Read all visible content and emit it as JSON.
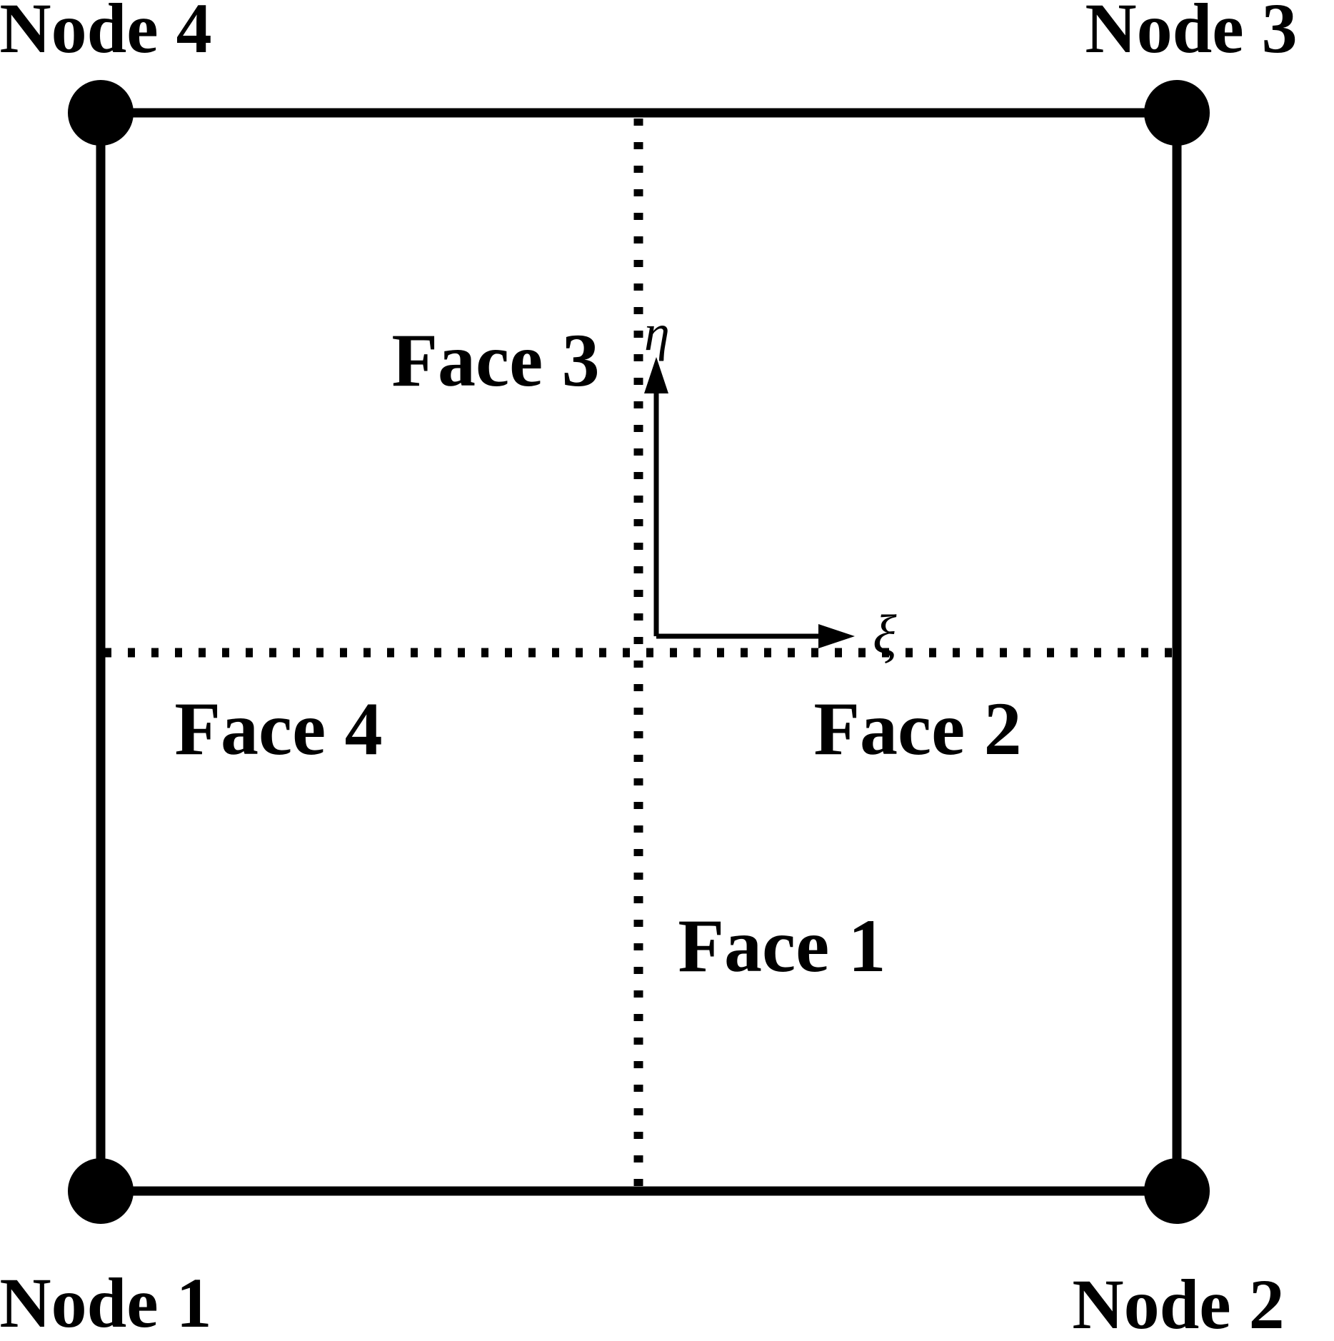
{
  "figure": {
    "ink_color": "#000000",
    "background_color": "#ffffff"
  },
  "nodes": [
    {
      "label": "Node 1",
      "position": "bottom-left"
    },
    {
      "label": "Node 2",
      "position": "bottom-right"
    },
    {
      "label": "Node 3",
      "position": "top-right"
    },
    {
      "label": "Node 4",
      "position": "top-left"
    }
  ],
  "faces": [
    {
      "label": "Face 1",
      "position": "bottom-center"
    },
    {
      "label": "Face 2",
      "position": "right-center"
    },
    {
      "label": "Face 3",
      "position": "top-center"
    },
    {
      "label": "Face 4",
      "position": "left-center"
    }
  ],
  "axes": {
    "horizontal_label": "ξ",
    "vertical_label": "η"
  }
}
